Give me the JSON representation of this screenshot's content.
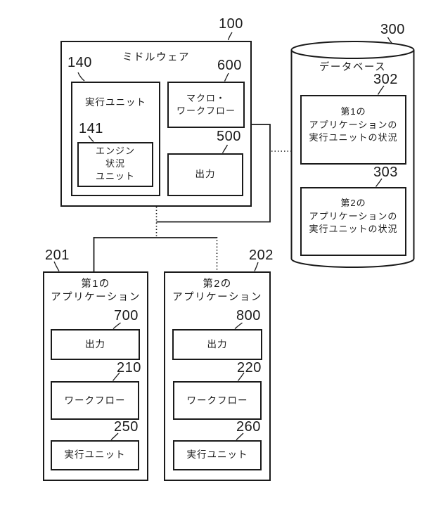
{
  "figure": {
    "middleware": {
      "ref": "100",
      "title": "ミドルウェア",
      "execution_unit": {
        "ref": "140",
        "label": "実行ユニット",
        "engine_status_unit": {
          "ref": "141",
          "label": "エンジン\n状況\nユニット"
        }
      },
      "macro_workflow": {
        "ref": "600",
        "label": "マクロ・\nワークフロー"
      },
      "output": {
        "ref": "500",
        "label": "出力"
      }
    },
    "database": {
      "ref": "300",
      "title": "データベース",
      "record_app1": {
        "ref": "302",
        "label": "第1の\nアプリケーションの\n実行ユニットの状況"
      },
      "record_app2": {
        "ref": "303",
        "label": "第2の\nアプリケーションの\n実行ユニットの状況"
      }
    },
    "application1": {
      "ref": "201",
      "title": "第1の\nアプリケーション",
      "output": {
        "ref": "700",
        "label": "出力"
      },
      "workflow": {
        "ref": "210",
        "label": "ワークフロー"
      },
      "execution_unit": {
        "ref": "250",
        "label": "実行ユニット"
      }
    },
    "application2": {
      "ref": "202",
      "title": "第2の\nアプリケーション",
      "output": {
        "ref": "800",
        "label": "出力"
      },
      "workflow": {
        "ref": "220",
        "label": "ワークフロー"
      },
      "execution_unit": {
        "ref": "260",
        "label": "実行ユニット"
      }
    },
    "colors": {
      "line": "#1a1a1a",
      "background": "#ffffff"
    }
  }
}
